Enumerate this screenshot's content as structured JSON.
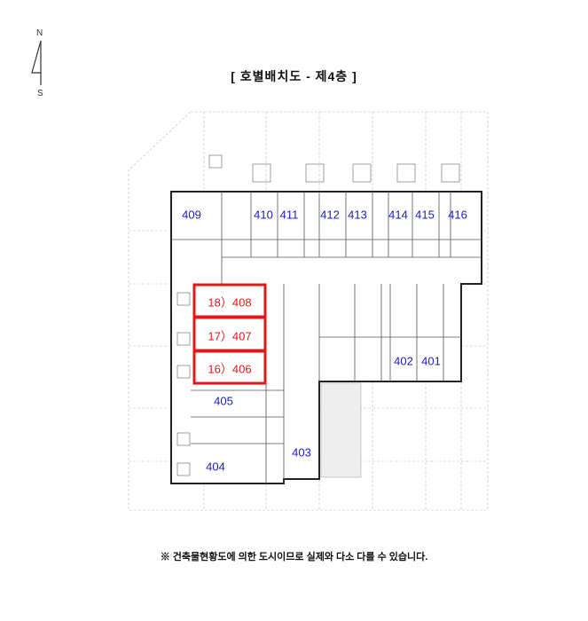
{
  "compass": {
    "north": "N",
    "south": "S"
  },
  "title": "[ 호별배치도 - 제4층 ]",
  "rooms": {
    "r409": "409",
    "r410": "410",
    "r411": "411",
    "r412": "412",
    "r413": "413",
    "r414": "414",
    "r415": "415",
    "r416": "416",
    "r408": "18）408",
    "r407": "17）407",
    "r406": "16）406",
    "r402": "402",
    "r401": "401",
    "r405": "405",
    "r404": "404",
    "r403": "403"
  },
  "highlight_color": "#e01818",
  "room_label_color": "#1a1acc",
  "note": "※ 건축물현황도에 의한 도시이므로 실제와 다소 다를 수 있습니다."
}
